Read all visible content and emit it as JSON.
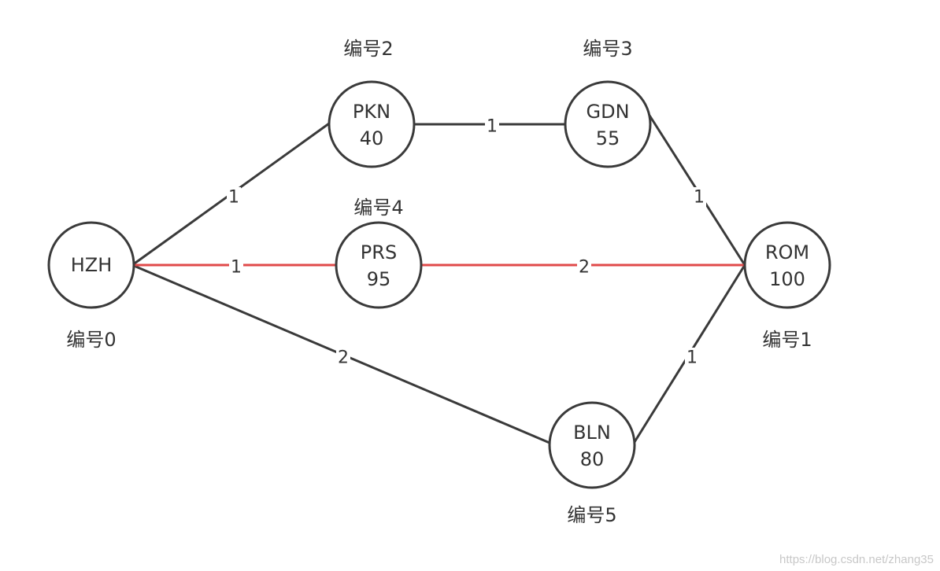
{
  "diagram": {
    "nodes": [
      {
        "key": "hzh",
        "name": "HZH",
        "value": "",
        "id_label": "编号0"
      },
      {
        "key": "rom",
        "name": "ROM",
        "value": "100",
        "id_label": "编号1"
      },
      {
        "key": "pkn",
        "name": "PKN",
        "value": "40",
        "id_label": "编号2"
      },
      {
        "key": "gdn",
        "name": "GDN",
        "value": "55",
        "id_label": "编号3"
      },
      {
        "key": "prs",
        "name": "PRS",
        "value": "95",
        "id_label": "编号4"
      },
      {
        "key": "bln",
        "name": "BLN",
        "value": "80",
        "id_label": "编号5"
      }
    ],
    "edges": [
      {
        "from": "hzh",
        "to": "pkn",
        "weight": "1",
        "highlight": false
      },
      {
        "from": "pkn",
        "to": "gdn",
        "weight": "1",
        "highlight": false
      },
      {
        "from": "gdn",
        "to": "rom",
        "weight": "1",
        "highlight": false
      },
      {
        "from": "hzh",
        "to": "prs",
        "weight": "1",
        "highlight": true
      },
      {
        "from": "prs",
        "to": "rom",
        "weight": "2",
        "highlight": true
      },
      {
        "from": "hzh",
        "to": "bln",
        "weight": "2",
        "highlight": false
      },
      {
        "from": "bln",
        "to": "rom",
        "weight": "1",
        "highlight": false
      }
    ],
    "colors": {
      "edge": "#3a3a3a",
      "highlight_edge": "#e04a4a",
      "node_border": "#3a3a3a",
      "text": "#333333"
    }
  },
  "watermark": "https://blog.csdn.net/zhang35"
}
